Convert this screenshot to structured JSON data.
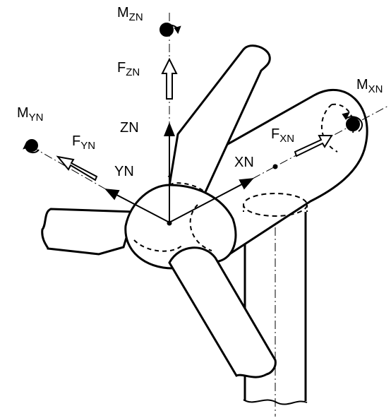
{
  "labels": {
    "m_zn": {
      "main": "M",
      "sub": "ZN"
    },
    "f_zn": {
      "main": "F",
      "sub": "ZN"
    },
    "zn": "ZN",
    "m_yn": {
      "main": "M",
      "sub": "YN"
    },
    "f_yn": {
      "main": "F",
      "sub": "YN"
    },
    "yn": "YN",
    "xn": "XN",
    "f_xn": {
      "main": "F",
      "sub": "XN"
    },
    "m_xn": {
      "main": "M",
      "sub": "XN"
    }
  },
  "colors": {
    "ink": "#000000",
    "paper": "#ffffff"
  },
  "icons": {
    "moment_symbol": "curved-arrow-moment-icon",
    "force_symbol": "hollow-force-arrow-icon",
    "axis_arrow": "axis-arrow-icon"
  }
}
